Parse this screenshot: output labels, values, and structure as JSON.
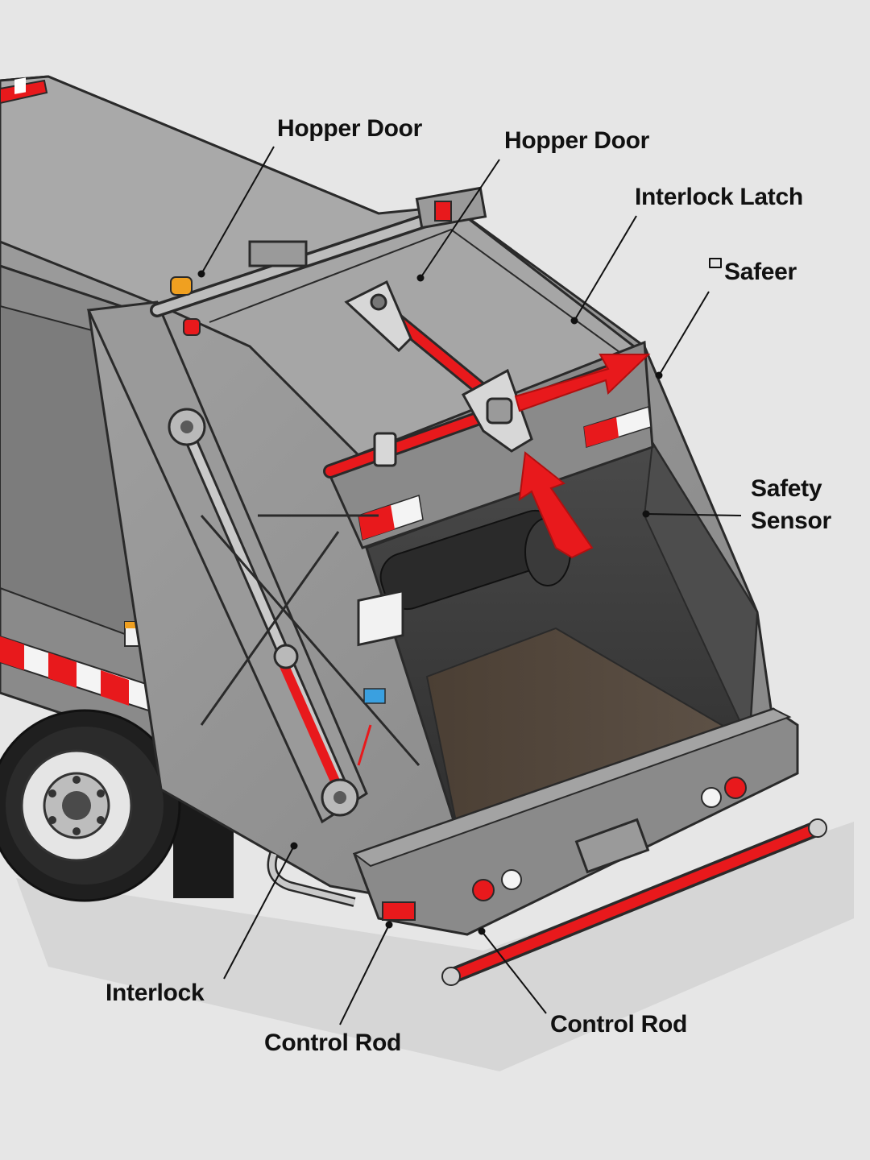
{
  "labels": {
    "hopper_door_left": "Hopper Door",
    "hopper_door_right": "Hopper Door",
    "interlock_latch": "Interlock Latch",
    "safeer": "Safeer",
    "safety_sensor_line1": "Safety",
    "safety_sensor_line2": "Sensor",
    "interlock": "Interlock",
    "control_rod_left": "Control Rod",
    "control_rod_right": "Control Rod"
  },
  "colors": {
    "background": "#e6e6e6",
    "body_gray": "#8f8f8f",
    "dark_gray": "#3c3c3c",
    "accent_red": "#e8191c",
    "beacon_amber": "#f0a020",
    "outline": "#2a2a2a"
  }
}
